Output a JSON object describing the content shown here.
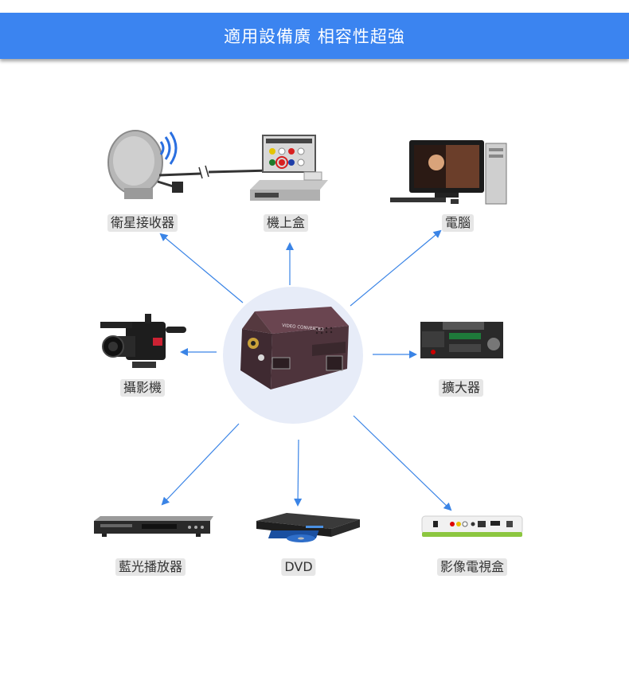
{
  "banner": {
    "title": "適用設備廣 相容性超強"
  },
  "colors": {
    "banner": "#3b84f0",
    "arrow": "#3a84e6",
    "hub": "#e7ecf8",
    "label_bg": "#e6e6e6"
  },
  "center": {
    "device": "video-converter-box",
    "print": "VIDEO CONVERTER"
  },
  "devices": [
    {
      "id": "satellite",
      "label": "衛星接收器",
      "icon": "satellite-dish-icon"
    },
    {
      "id": "settop",
      "label": "機上盒",
      "icon": "set-top-box-icon"
    },
    {
      "id": "computer",
      "label": "電腦",
      "icon": "desktop-computer-icon"
    },
    {
      "id": "camcorder",
      "label": "攝影機",
      "icon": "camcorder-icon"
    },
    {
      "id": "amplifier",
      "label": "擴大器",
      "icon": "amplifier-icon"
    },
    {
      "id": "bluray",
      "label": "藍光播放器",
      "icon": "bluray-player-icon"
    },
    {
      "id": "dvd",
      "label": "DVD",
      "icon": "dvd-player-icon"
    },
    {
      "id": "tvbox",
      "label": "影像電視盒",
      "icon": "tv-box-icon"
    }
  ]
}
